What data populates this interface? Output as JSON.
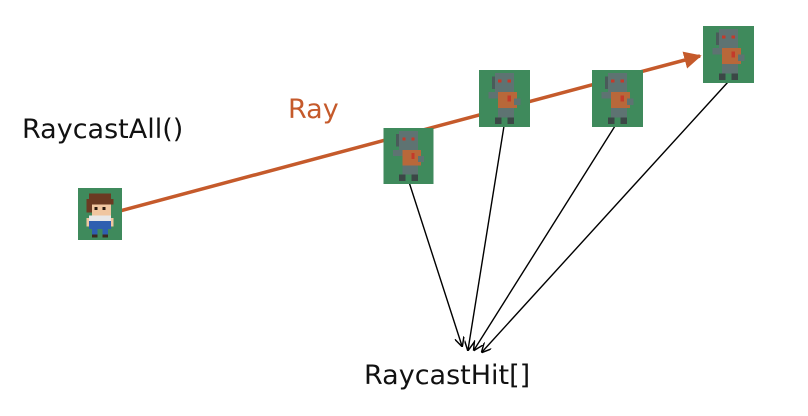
{
  "labels": {
    "function": "RaycastAll()",
    "ray": "Ray",
    "hits": "RaycastHit[]"
  },
  "colors": {
    "ray": "#c55a2b",
    "arrow": "#000000",
    "tile": "#3f8a5c",
    "text": "#111111"
  },
  "icons": {
    "player": "player-sprite-icon",
    "enemy": "zombie-sprite-icon"
  }
}
